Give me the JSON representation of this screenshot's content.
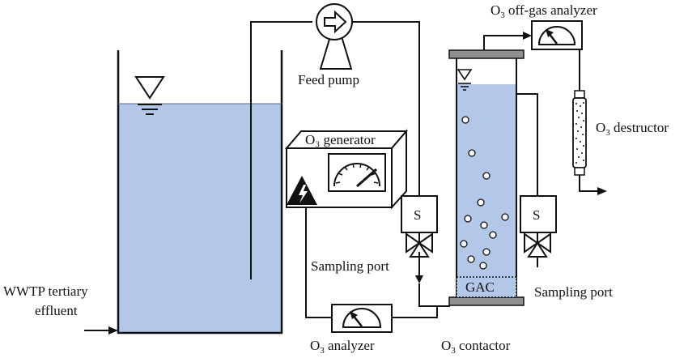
{
  "diagram": {
    "labels": {
      "off_gas_analyzer": "O₃ off-gas analyzer",
      "feed_pump": "Feed pump",
      "destructor": "O₃ destructor",
      "generator": "O₃ generator",
      "sampling_port_left": "Sampling port",
      "sampling_port_right": "Sampling port",
      "influent_line1": "WWTP tertiary",
      "influent_line2": "effluent",
      "o3_analyzer": "O₃ analyzer",
      "contactor": "O₃ contactor",
      "gac": "GAC",
      "solenoid_left": "S",
      "solenoid_right": "S"
    },
    "colors": {
      "water": "#b3c8e8",
      "line": "#111111",
      "cap": "#8f8f8f",
      "panel": "#ffffff"
    },
    "icons": [
      "water-level-icon",
      "pump-arrow-icon",
      "gauge-icon",
      "high-voltage-icon",
      "valve-icon",
      "bubble-icon"
    ]
  }
}
